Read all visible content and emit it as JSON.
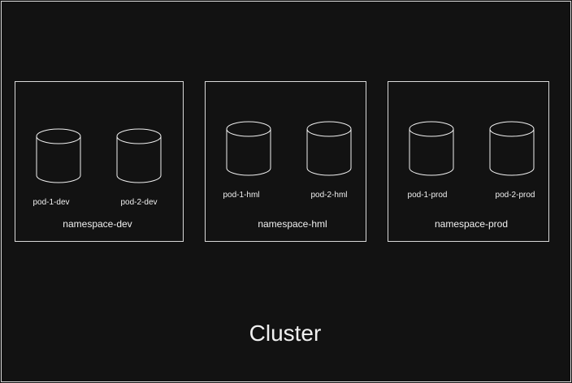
{
  "cluster": {
    "label": "Cluster"
  },
  "namespaces": [
    {
      "label": "namespace-dev",
      "pods": [
        "pod-1-dev",
        "pod-2-dev"
      ]
    },
    {
      "label": "namespace-hml",
      "pods": [
        "pod-1-hml",
        "pod-2-hml"
      ]
    },
    {
      "label": "namespace-prod",
      "pods": [
        "pod-1-prod",
        "pod-2-prod"
      ]
    }
  ],
  "colors": {
    "background": "#121212",
    "stroke": "#d9d9d9",
    "text": "#f0f0f0"
  }
}
